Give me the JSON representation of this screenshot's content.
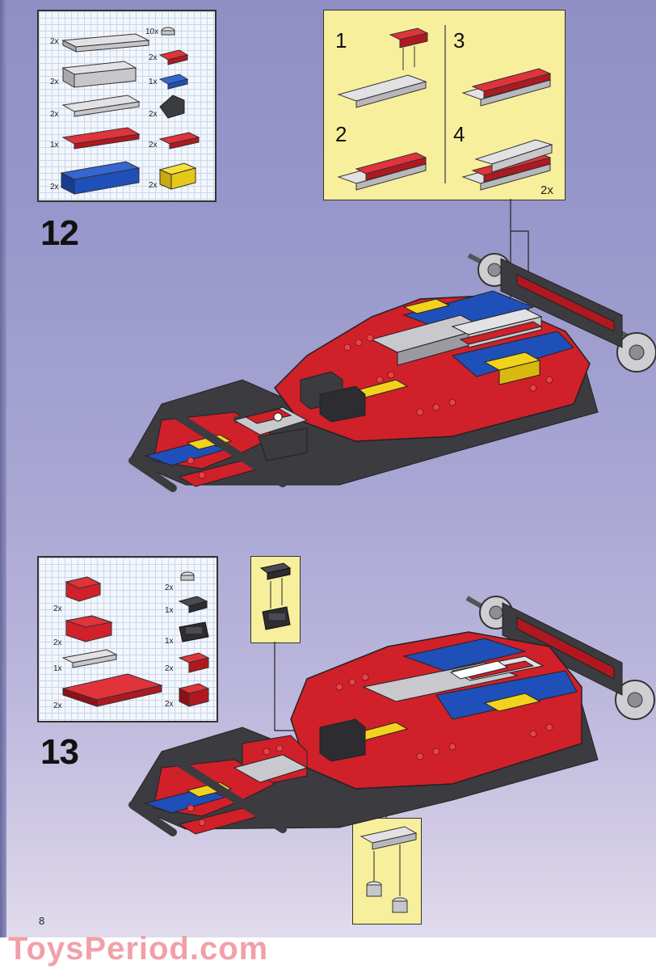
{
  "page": {
    "page_number": "8",
    "watermark": "ToysPeriod.com"
  },
  "step12": {
    "step_number": "12",
    "parts": {
      "left_quantities": [
        "2x",
        "2x",
        "2x",
        "1x",
        "2x"
      ],
      "right_quantities": [
        "10x",
        "2x",
        "1x",
        "2x",
        "2x",
        "2x"
      ]
    },
    "subassembly": {
      "labels": [
        "1",
        "2",
        "3",
        "4"
      ],
      "multiplier": "2x"
    }
  },
  "step13": {
    "step_number": "13",
    "parts": {
      "left_quantities": [
        "2x",
        "2x",
        "1x",
        "2x"
      ],
      "right_quantities": [
        "2x",
        "1x",
        "1x",
        "2x",
        "2x"
      ]
    }
  },
  "colors": {
    "brick_red": "#d0202a",
    "brick_blue": "#1f4fb8",
    "brick_yellow": "#f1d31e",
    "brick_gray": "#c9c9cd",
    "brick_dark": "#3b3b40",
    "callout_yellow": "#f7ef9c"
  }
}
